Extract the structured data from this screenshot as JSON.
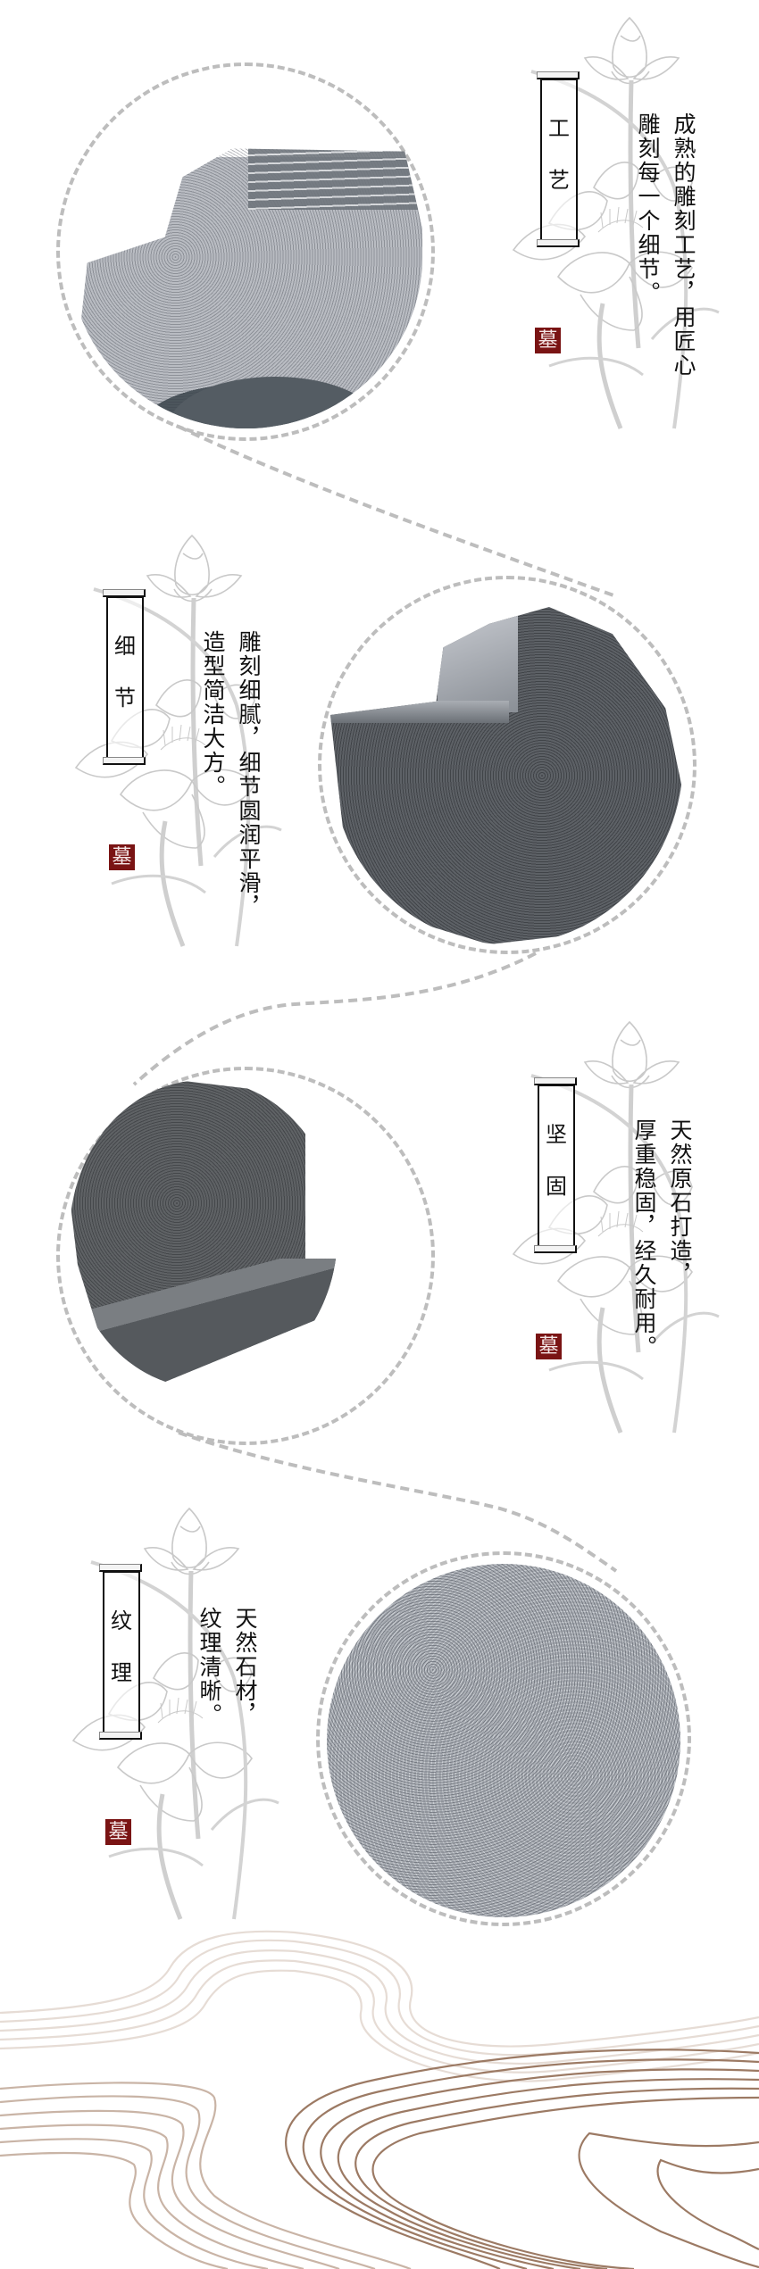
{
  "page": {
    "background": "#ffffff",
    "accent_seal_color": "#7a1414",
    "dash_color": "#bdbdbd",
    "wave_color": "#8b6a55"
  },
  "sections": [
    {
      "title_chars": [
        "工",
        "艺"
      ],
      "title": "工艺",
      "description_columns": [
        "成熟的雕刻工艺，用匠心",
        "雕刻每一个细节。"
      ],
      "seal_char": "墓",
      "image_alt": "light grey granite headstone carving detail"
    },
    {
      "title_chars": [
        "细",
        "节"
      ],
      "title": "细节",
      "description_columns": [
        "雕刻细腻，细节圆润平滑，",
        "造型简洁大方。"
      ],
      "seal_char": "墓",
      "image_alt": "dark grey granite rounded headstone edge"
    },
    {
      "title_chars": [
        "坚",
        "固"
      ],
      "title": "坚固",
      "description_columns": [
        "天然原石打造，",
        "厚重稳固，经久耐用。"
      ],
      "seal_char": "墓",
      "image_alt": "dark grey granite headstone base block"
    },
    {
      "title_chars": [
        "纹",
        "理"
      ],
      "title": "纹理",
      "description_columns": [
        "天然石材，",
        "纹理清晰。"
      ],
      "seal_char": "墓",
      "image_alt": "granite surface texture close-up"
    }
  ],
  "icons": {
    "lotus": "lotus-line-drawing",
    "seal": "red-seal-stamp",
    "waves": "flowing-wave-lines"
  }
}
